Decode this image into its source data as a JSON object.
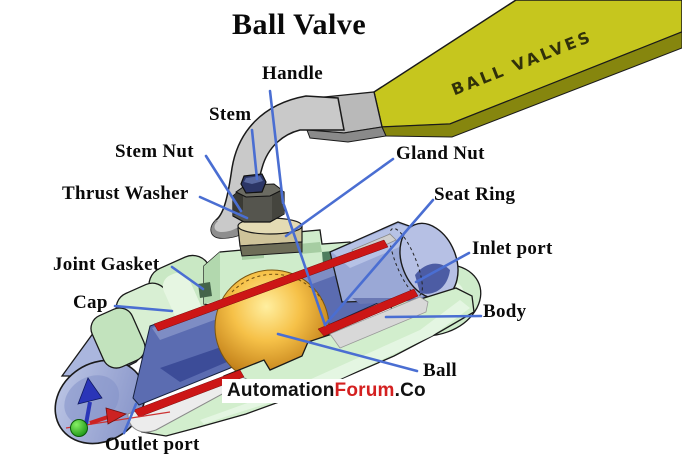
{
  "title": "Ball Valve",
  "handle_engraving": "BALL VALVES",
  "labels": {
    "handle": "Handle",
    "stem": "Stem",
    "stem_nut": "Stem Nut",
    "thrust_washer": "Thrust Washer",
    "gland_nut": "Gland Nut",
    "seat_ring": "Seat Ring",
    "inlet_port": "Inlet port",
    "joint_gasket": "Joint Gasket",
    "cap": "Cap",
    "body": "Body",
    "ball": "Ball",
    "outlet_port": "Outlet port"
  },
  "watermark": {
    "part1": "Automation",
    "part2": "Forum",
    "part3": ".Co"
  },
  "colors": {
    "leader_blue": "#4a6ed2",
    "body_green": "#cfeccb",
    "ball_gold": "#f0b030",
    "pipe_blue": "#8c9ace",
    "seat_ring_red": "#cc1616",
    "handle_yellow": "#c6c61e",
    "watermark_red": "#d42020",
    "label_black": "#0a0a0a"
  }
}
